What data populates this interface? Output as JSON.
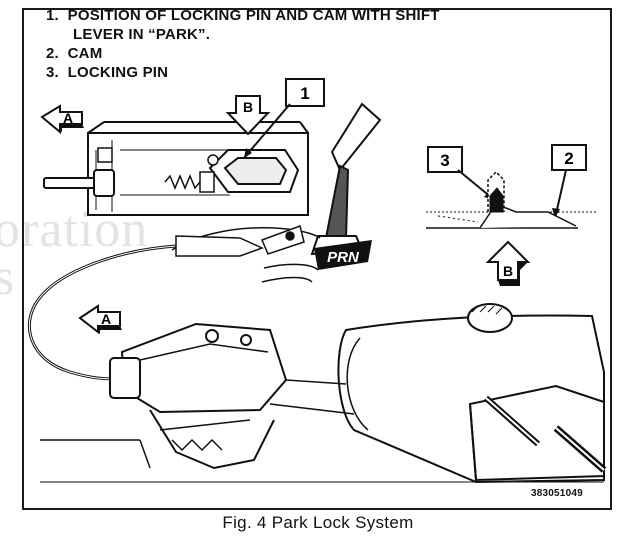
{
  "legend": {
    "item1_line1": "1.  POSITION OF LOCKING PIN AND CAM WITH SHIFT",
    "item1_line2": "LEVER IN “PARK”.",
    "item2": "2.  CAM",
    "item3": "3.  LOCKING PIN"
  },
  "callouts": {
    "c1": "1",
    "c2": "2",
    "c3": "3"
  },
  "view_arrows": {
    "a": "A",
    "b": "B"
  },
  "shift_indicator": "PRN",
  "part_number": "383051049",
  "caption": "Fig. 4 Park Lock System",
  "watermark": {
    "line1": "oration",
    "line2": "s"
  },
  "colors": {
    "ink": "#111111",
    "paper": "#ffffff",
    "watermark": "#e3e3e3",
    "shade": "#bdbdbd"
  }
}
